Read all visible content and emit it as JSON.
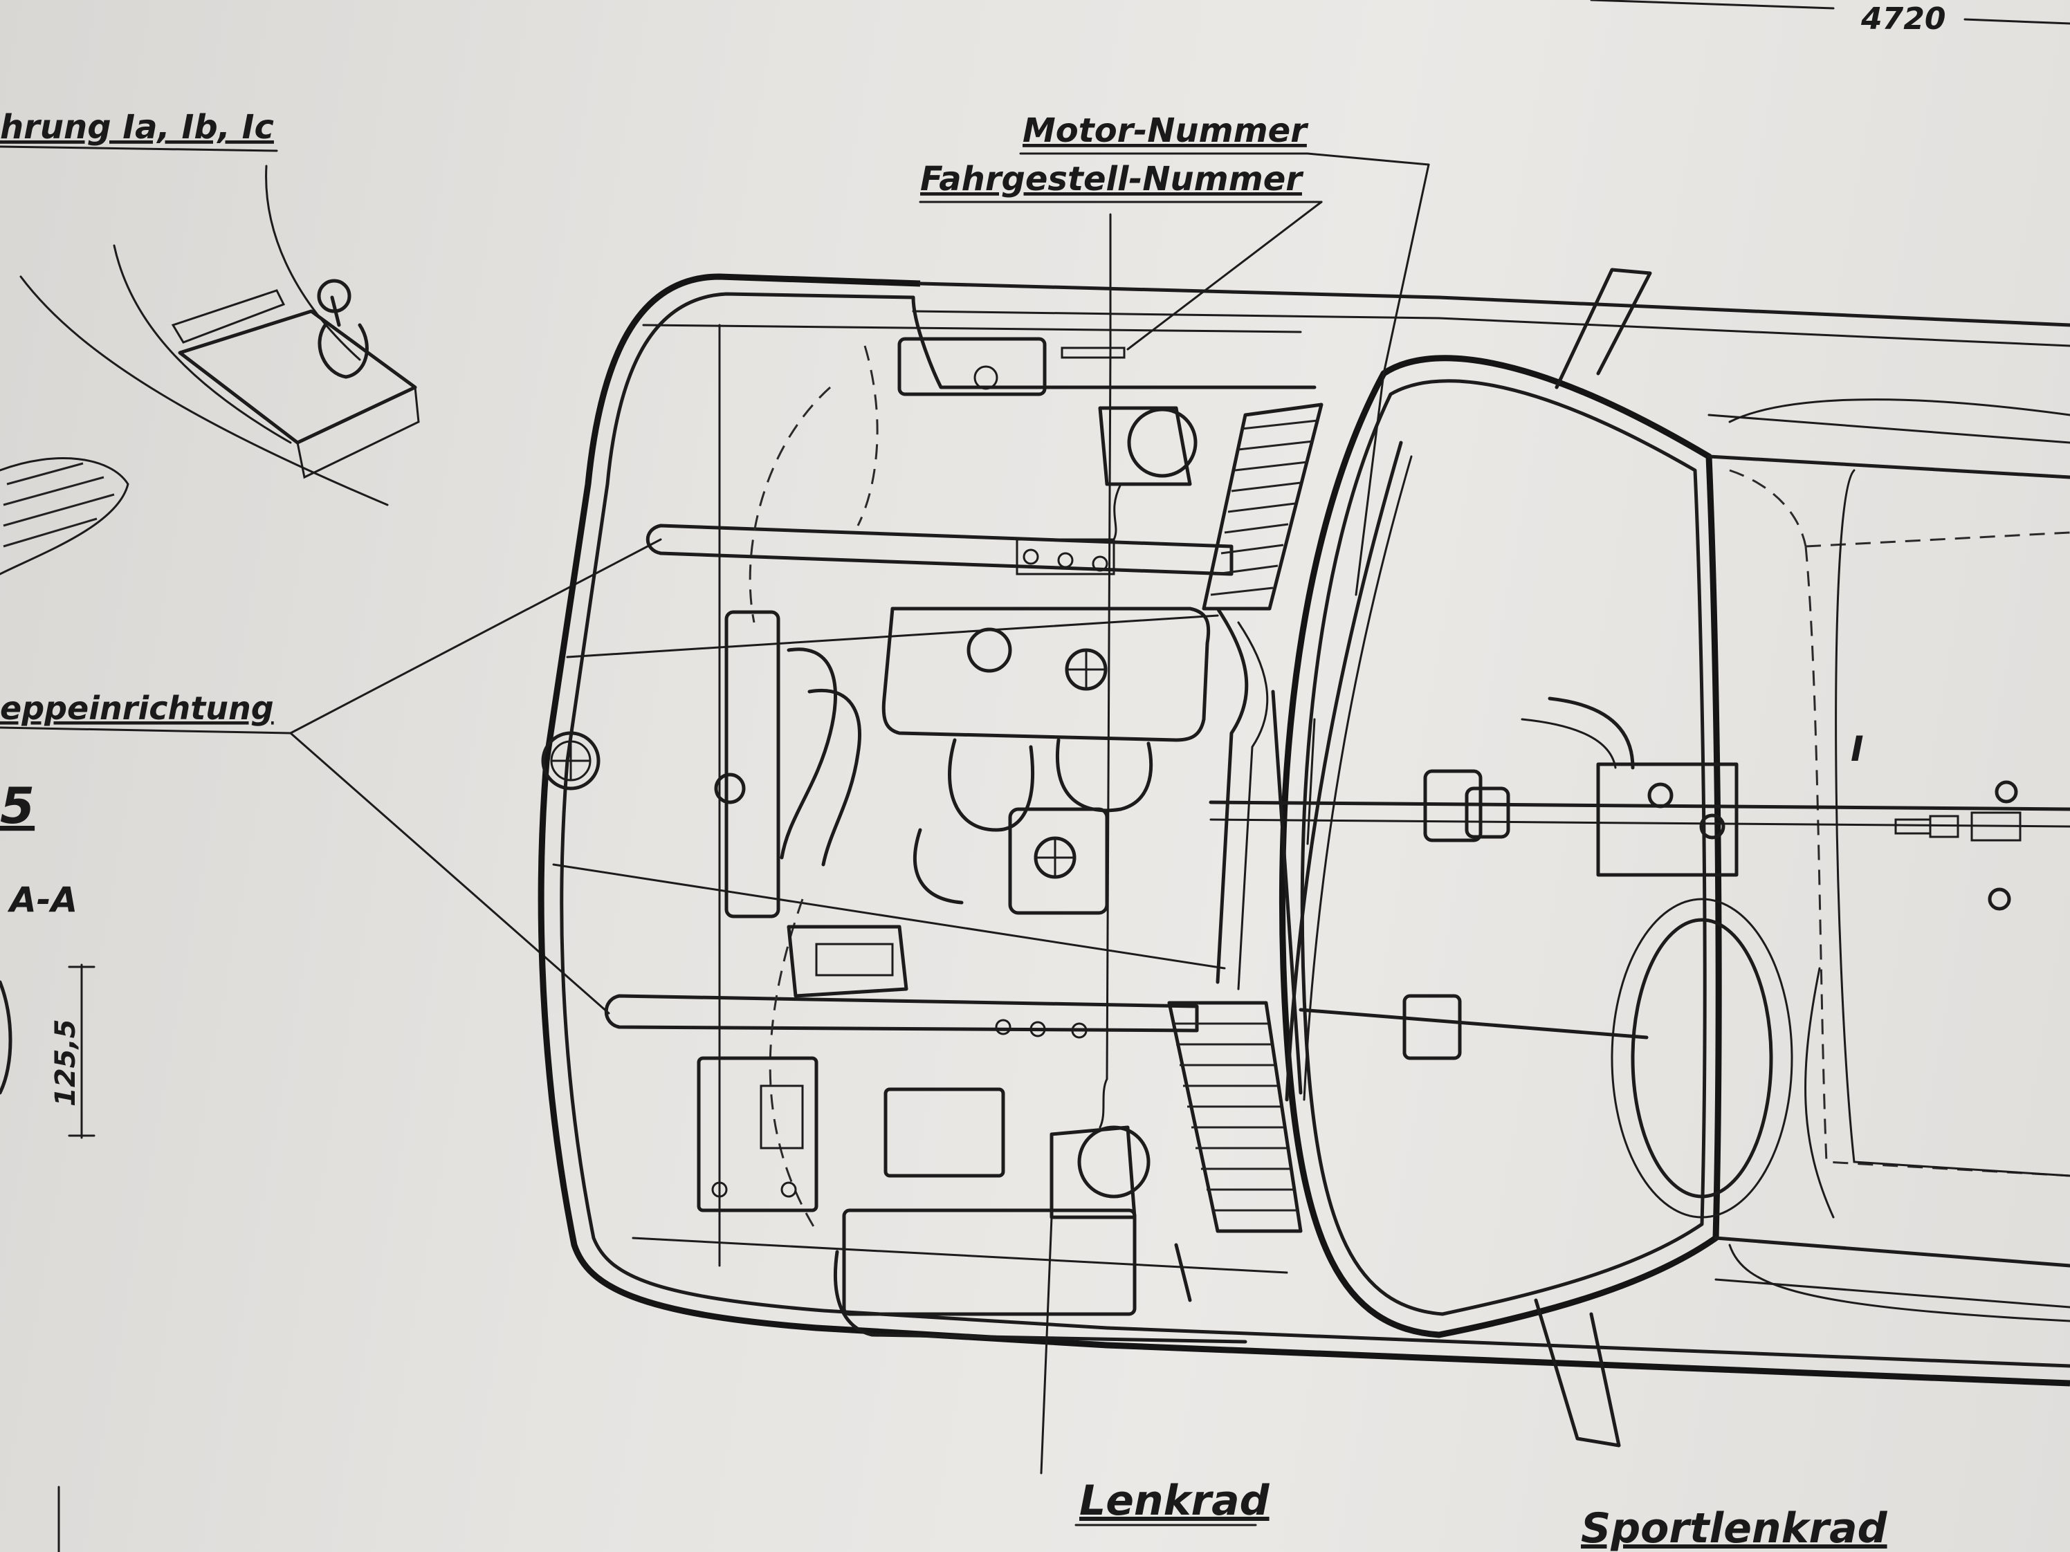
{
  "labels": {
    "dimension_top": "4720",
    "variant": "hrung Ia, Ib, Ic",
    "motor_nummer": "Motor-Nummer",
    "fahrgestell_nummer": "Fahrgestell-Nummer",
    "eppeinrichtung": "eppeinrichtung",
    "section_number": "5",
    "section": "A-A",
    "dimension_left": "125,5",
    "lenkrad": "Lenkrad",
    "sportlenkrad": "Sportlenkrad",
    "roman_one": "I"
  }
}
